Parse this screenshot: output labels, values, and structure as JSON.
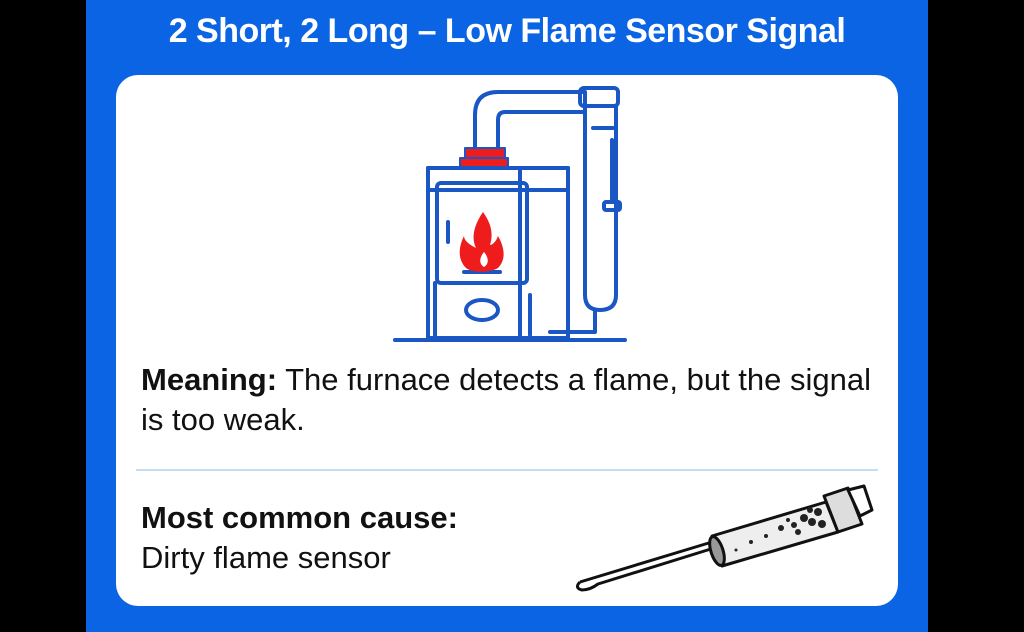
{
  "title": "2 Short, 2 Long – Low Flame Sensor Signal",
  "meaning": {
    "label": "Meaning:",
    "text": " The furnace detects a flame, but the signal is too weak."
  },
  "cause": {
    "label": "Most common cause:",
    "value": "Dirty flame sensor"
  },
  "colors": {
    "panel": "#0a64e4",
    "outline": "#1a56c4",
    "flame": "#ee1c1c",
    "background": "#000000"
  },
  "icons": [
    "furnace-icon",
    "flame-icon",
    "flame-sensor-icon"
  ]
}
